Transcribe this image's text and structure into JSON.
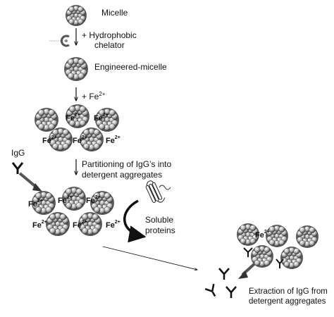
{
  "labels": {
    "micelle": "Micelle",
    "chelator_line1": "+ Hydrophobic",
    "chelator_line2": "chelator",
    "engineered": "Engineered-micelle",
    "fe_add_prefix": "+ Fe",
    "fe_add_sup": "2+",
    "igg": "IgG",
    "partition_line1": "Partitioning of IgG’s into",
    "partition_line2": "detergent aggregates",
    "soluble_line1": "Soluble",
    "soluble_line2": "proteins",
    "extraction_line1": "Extraction of IgG from",
    "extraction_line2": "detergent aggregates"
  },
  "fe_ion": {
    "symbol": "Fe",
    "charge": "2+"
  },
  "colors": {
    "ink": "#111111",
    "sphere_light": "#f2f2f2",
    "sphere_mid": "#9a9a9a",
    "sphere_dark": "#3a3a3a"
  },
  "icons": [
    "micelle-cluster-icon",
    "chelator-icon",
    "igg-antibody-icon",
    "soluble-protein-icon",
    "curved-arrow-icon"
  ]
}
